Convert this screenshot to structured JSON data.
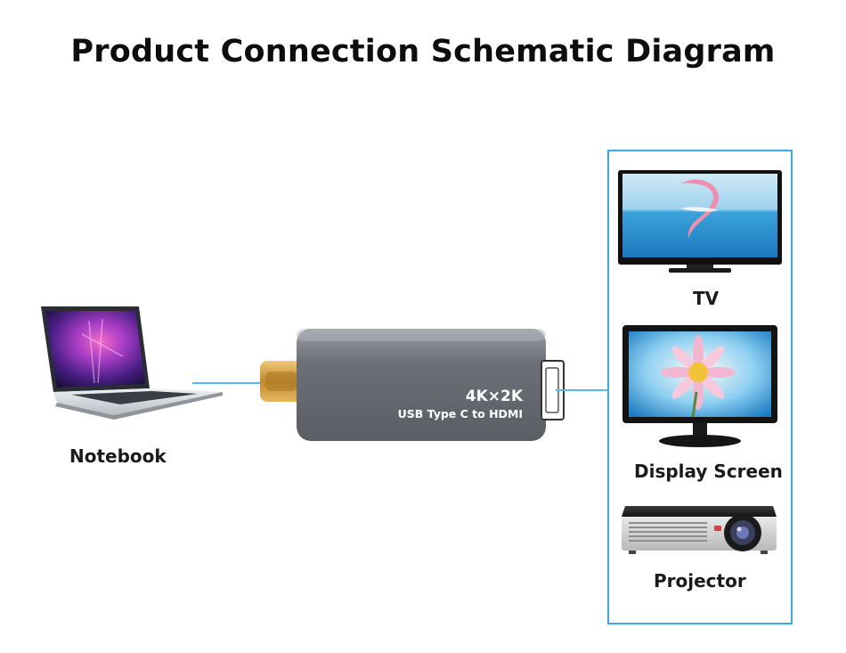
{
  "title": "Product Connection Schematic Diagram",
  "source": {
    "label": "Notebook",
    "icon": "laptop-icon"
  },
  "adapter": {
    "line1": "4K×2K",
    "line2": "USB Type C to HDMI"
  },
  "devices": [
    {
      "label": "TV",
      "icon": "tv-icon"
    },
    {
      "label": "Display Screen",
      "icon": "monitor-icon"
    },
    {
      "label": "Projector",
      "icon": "projector-icon"
    }
  ],
  "colors": {
    "box_border": "#3ca9e6",
    "wire": "#58b8e8",
    "adapter_body": "#6e7278",
    "usb_plug": "#d8a64a"
  }
}
